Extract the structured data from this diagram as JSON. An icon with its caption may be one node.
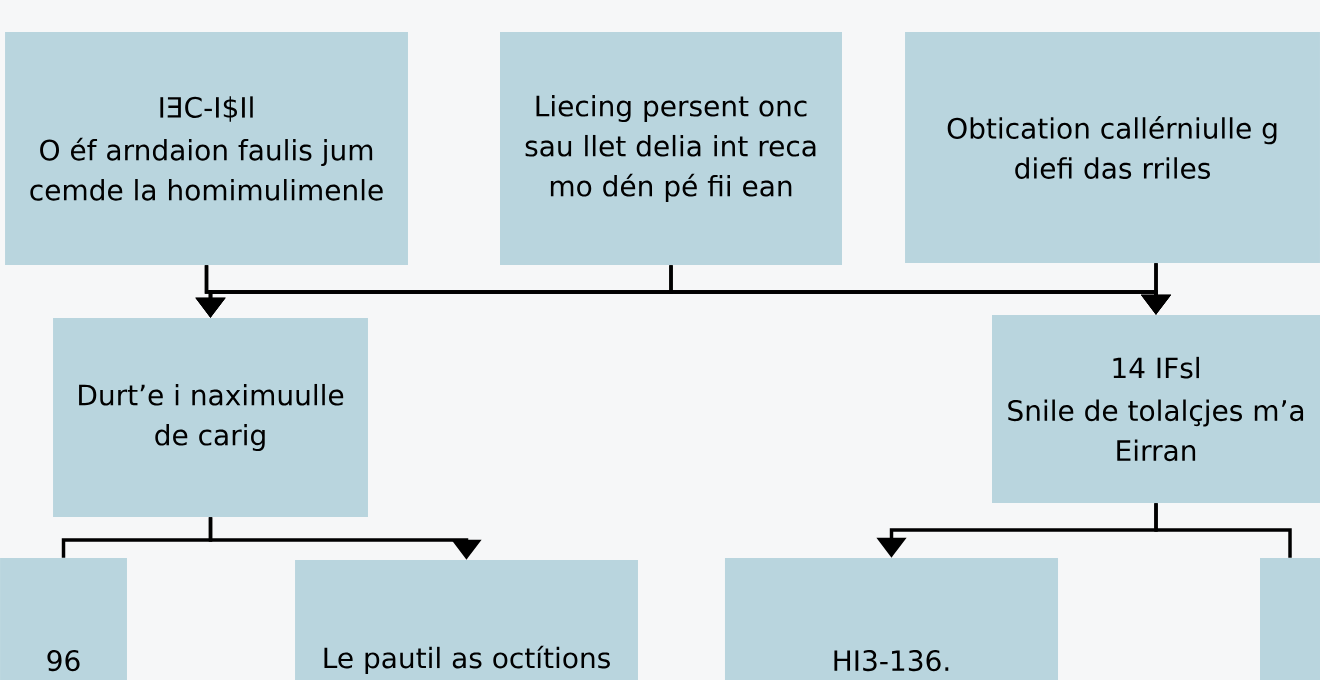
{
  "diagram": {
    "nodes": [
      {
        "text": [
          "IƎC-I$Il",
          "O éf arndaion faulis jum cemde la homimulimenle"
        ]
      },
      {
        "text": [
          "Liecing persent onc sau llet delia int reca mo dén pé fii ean"
        ]
      },
      {
        "text": [
          "Obtication callérniulle g diefi das rriles"
        ]
      },
      {
        "text": [
          "Durt’e i naximuulle de carig"
        ]
      },
      {
        "text": [
          "14 IFsl",
          "Snile de tolalçjes m’a Eirran"
        ]
      },
      {
        "text": [
          "96"
        ]
      },
      {
        "text": [
          "Le pautil as octítions"
        ]
      },
      {
        "text": [
          "HI3-136."
        ]
      },
      {
        "text": [],
        "shape": "box"
      }
    ],
    "edges": [
      {
        "from": 0,
        "to": 3,
        "arrow": "to"
      },
      {
        "from": 1,
        "to": 3,
        "arrow": "to"
      },
      {
        "from": 2,
        "to": 3,
        "arrow": "to"
      },
      {
        "from": 0,
        "to": 4,
        "arrow": "to"
      },
      {
        "from": 1,
        "to": 4,
        "arrow": "to"
      },
      {
        "from": 2,
        "to": 4,
        "arrow": "to"
      },
      {
        "from": 3,
        "to": 5,
        "arrow": "none"
      },
      {
        "from": 3,
        "to": 6,
        "arrow": "to"
      },
      {
        "from": 4,
        "to": 7,
        "arrow": "to"
      },
      {
        "from": 4,
        "to": 8,
        "arrow": "none"
      }
    ]
  }
}
